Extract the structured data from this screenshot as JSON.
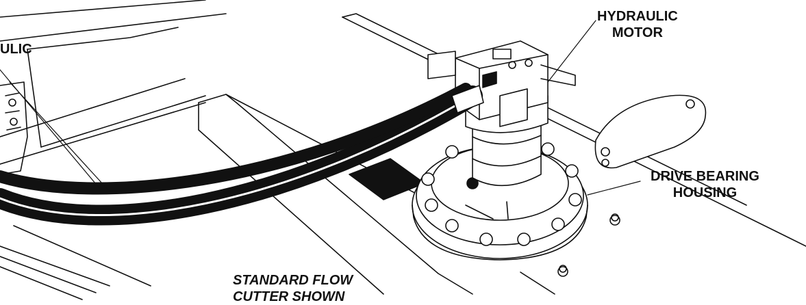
{
  "labels": {
    "hose": "ULIC",
    "motor": {
      "line1": "HYDRAULIC",
      "line2": "MOTOR"
    },
    "housing": {
      "line1": "DRIVE BEARING",
      "line2": "HOUSING"
    }
  },
  "caption": {
    "line1": "STANDARD FLOW",
    "line2": "CUTTER SHOWN"
  },
  "colors": {
    "ink": "#111111",
    "paper": "#ffffff"
  }
}
